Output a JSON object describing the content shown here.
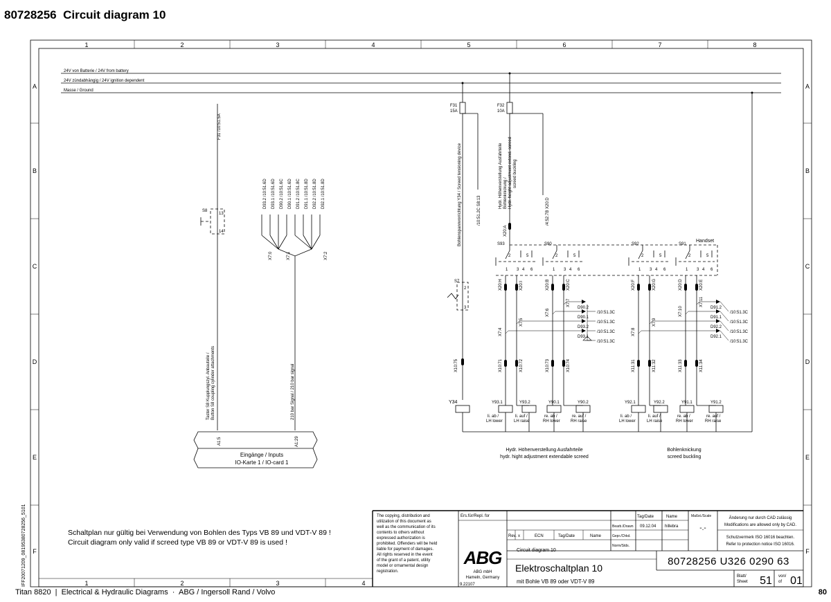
{
  "title": "80728256  Circuit diagram 10",
  "footer": {
    "left": "Titan 8820  |  Electrical & Hydraulic Diagrams  ·  ABG / Ingersoll Rand / Volvo",
    "page": "80"
  },
  "side_code": "IFF20071209_08195380728256_5101",
  "grid": {
    "columns": [
      "1",
      "2",
      "3",
      "4",
      "5",
      "6",
      "7",
      "8"
    ],
    "bottom_columns": [
      "1",
      "2",
      "3",
      "4"
    ],
    "rows": [
      "A",
      "B",
      "C",
      "D",
      "E",
      "F"
    ]
  },
  "rails": {
    "battery": "24V von Batterie / 24V from battery",
    "ignition": "24V zündabhängig / 24V ignition dependent",
    "ground": "Masse / Ground"
  },
  "fuses": [
    {
      "name": "F31",
      "rating": "15A"
    },
    {
      "name": "F32",
      "rating": "10A"
    }
  ],
  "left": {
    "f31_ref": "F31   /10:51.5A",
    "s8": "S8",
    "s8_pins": [
      "13",
      "14"
    ],
    "s8_desc1": "Taster S8 Kupplungszyl. Anbauteile /",
    "s8_desc2": "Button S8 coupling cylinder attachments",
    "signal_desc": "210 bar Signal / 210 bar signal",
    "bus_refs": [
      "D93.2  /10:51.6D",
      "D93.1  /10:51.6D",
      "D90.2  /10:51.6C",
      "D90.1  /10:51.6D",
      "D91.2  /10:51.8C",
      "D91.1  /10:51.8D",
      "D92.2  /10:51.8D",
      "D92.1  /10:51.8D"
    ],
    "x7": [
      "X7:0",
      "X7:1",
      "X7:2"
    ],
    "inputs_terms": [
      "A1:5",
      "A1:29"
    ],
    "inputs_label": "Eingänge / Inputs",
    "inputs_card": "IO-Karte 1 / IO-card 1"
  },
  "middle": {
    "tension_desc": "Bohlenspannvorrichtung Y34 / Screed tensioning device",
    "tension_ref": "/10:51.2C   S8:13",
    "height_desc1": "Hydr. Höhenverstellung Ausfahrteile",
    "height_desc2": "Bohlenknickung /",
    "height_desc3": "Hydr. height adjustment extend. screed",
    "height_desc4": "screed buckling",
    "height_ref": "/4:52.7B    X20:D",
    "x20a": "X20:A",
    "s7": "S7",
    "s7_pins": [
      "2",
      "3"
    ],
    "x10_75": "X10:75",
    "y34": "Y34"
  },
  "handset": {
    "label": "Handset",
    "switches": [
      "S93",
      "S90",
      "S92",
      "S91"
    ],
    "sw_pins": [
      "1",
      "2",
      "3",
      "4",
      "5",
      "6"
    ],
    "x20": [
      "X20:H",
      "X20:I",
      "X20:B",
      "X20:C",
      "X20:F",
      "X20:G",
      "X20:D",
      "X20:E"
    ],
    "x7": [
      "X7:4",
      "X7:5",
      "X7:6",
      "X7:7",
      "X7:8",
      "X7:9",
      "X7:10",
      "X7:11"
    ],
    "x_bottom": [
      "X10:71",
      "X10:72",
      "X10:73",
      "X10:74",
      "X11:31",
      "X11:32",
      "X11:33",
      "X11:34"
    ],
    "diodes_left": [
      "D90.2",
      "D90.1",
      "D93.2",
      "D93.1"
    ],
    "diodes_right": [
      "D91.2",
      "D91.1",
      "D92.2",
      "D92.1"
    ],
    "diode_refs": [
      "/10:51.3C",
      "/10:51.3C",
      "/10:51.3C",
      "/10:51.3C"
    ],
    "valves": [
      {
        "name": "Y93.1",
        "l1": "li. ab /",
        "l2": "LH lower"
      },
      {
        "name": "Y93.2",
        "l1": "li. auf /",
        "l2": "LH raise"
      },
      {
        "name": "Y90.1",
        "l1": "re. ab /",
        "l2": "RH lower"
      },
      {
        "name": "Y90.2",
        "l1": "re. auf /",
        "l2": "RH raise"
      },
      {
        "name": "Y92.1",
        "l1": "li. ab /",
        "l2": "LH lower"
      },
      {
        "name": "Y92.2",
        "l1": "li. auf /",
        "l2": "LH raise"
      },
      {
        "name": "Y91.1",
        "l1": "re. ab /",
        "l2": "RH lower"
      },
      {
        "name": "Y91.2",
        "l1": "re. auf /",
        "l2": "RH raise"
      }
    ],
    "group1_l1": "Hydr. Höhenverstellung Ausfahrteile",
    "group1_l2": "hydr. hight adjustment extendable screed",
    "group2_l1": "Bohlenknickung",
    "group2_l2": "screed buckling"
  },
  "notice": {
    "de": "Schaltplan nur gültig bei Verwendung von Bohlen des Typs VB 89 und VDT-V 89 !",
    "en": "Circuit diagram only valid if screed type VB 89 or VDT-V 89 is used !"
  },
  "titleblock": {
    "copyright": [
      "The copying, distribution and",
      "utilization of this document as",
      "well as the communication of its",
      "contents to others without",
      "expressed authorization is",
      "prohibited. Offenders will be held",
      "liable for payment of damages.",
      "All rights reserved in the event",
      "of the grant of a patent, utility",
      "model or ornamental design",
      "registration."
    ],
    "ers": "Ers.für/Repl. for",
    "logo": "ABG",
    "company1": "ABG mbH",
    "company2": "Hameln, Germany",
    "code": "9.22107",
    "rev_headers": [
      "Rev.",
      "x",
      "ECN",
      "Tag/Date",
      "Name"
    ],
    "tag_date": "Tag/Date",
    "name_hdr": "Name",
    "drawn_lbl": "Bearb./Drawn",
    "drawn_date": "09.12.04",
    "drawn_name": "hillebra",
    "checked_lbl": "Gepr./Chkd.",
    "std_lbl": "Norm/Stds.",
    "scale_lbl": "Maßst./Scale",
    "scale_val": "-.-",
    "title_en": "Circuit diagram 10",
    "title_de": "Elektroschaltplan 10",
    "subtitle": "mit Bohle VB 89 oder VDT-V 89",
    "number": "80728256 U326 0290 63",
    "cad_note1": "Änderung nur durch CAD zulässig",
    "cad_note2": "Modifications are allowed only by CAD.",
    "prot1": "Schutzvermerk ISO 16016 beachten.",
    "prot2": "Refer to protection notice ISO 16016.",
    "sheet_lbl1": "Blatt/",
    "sheet_lbl2": "Sheet",
    "sheet_val": "51",
    "of_lbl1": "von/",
    "of_lbl2": "of",
    "of_val": "01"
  }
}
